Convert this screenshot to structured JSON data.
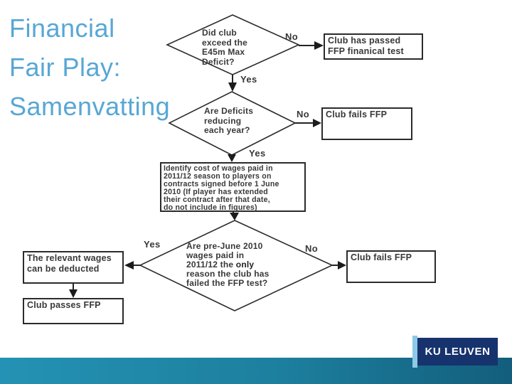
{
  "slide": {
    "title": "Financial\nFair Play:\nSamenvatting"
  },
  "flowchart": {
    "decision_exceed_deficit": "Did club\nexceed the\nE45m Max\nDeficit?",
    "result_passed_test": "Club has passed\nFFP finanical test",
    "decision_deficits_reducing": "Are Deficits\nreducing\neach year?",
    "result_fails_1": "Club fails FFP",
    "process_identify_wages": "Identify cost of wages paid in\n2011/12 season to players on\ncontracts signed before 1 June\n2010 (If player has extended\ntheir contract after that date,\ndo not include in figures)",
    "decision_wages_only_reason": {
      "before": "Are pre-June 2010\nwages paid in\n2011/12 the ",
      "bold": "only",
      "after": "\nreason the club has\nfailed the FFP test?"
    },
    "result_deduct": "The relevant wages\ncan be deducted",
    "result_passes": "Club passes FFP",
    "result_fails_2": "Club fails FFP",
    "labels": {
      "no_1": "No",
      "yes_1": "Yes",
      "no_2": "No",
      "yes_2": "Yes",
      "yes_3": "Yes",
      "no_3": "No"
    }
  },
  "footer": {
    "logo_text": "KU LEUVEN"
  },
  "colors": {
    "title_blue": "#57a7d5",
    "flowchart_line": "#242424",
    "band_teal_left": "#2492b4",
    "band_teal_right": "#125e7c",
    "logo_navy": "#17336e",
    "logo_accent_blue": "#8ec9e8"
  }
}
